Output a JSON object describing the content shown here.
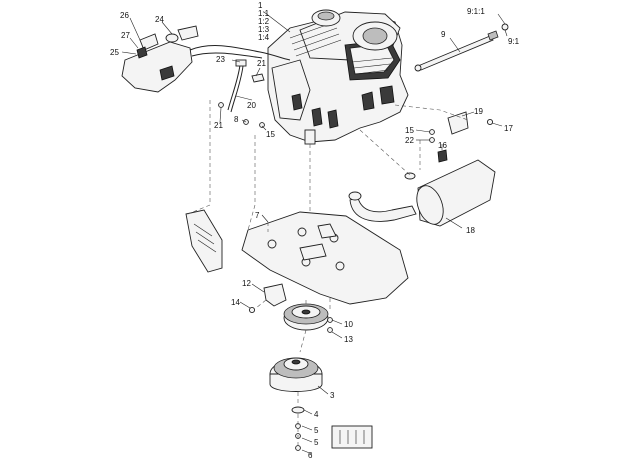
{
  "callouts": {
    "c26": "26",
    "c24": "24",
    "c27": "27",
    "c25": "25",
    "c1": "1",
    "c1_1": "1:1",
    "c1_2": "1:2",
    "c1_3": "1:3",
    "c1_4": "1:4",
    "c9_1_1": "9:1:1",
    "c9": "9",
    "c9_1": "9:1",
    "c23": "23",
    "c21a": "21",
    "c20": "20",
    "c21b": "21",
    "c8": "8",
    "c15a": "15",
    "c19": "19",
    "c17": "17",
    "c15b": "15",
    "c22": "22",
    "c16": "16",
    "c18": "18",
    "c7": "7",
    "c12": "12",
    "c14": "14",
    "c10": "10",
    "c13": "13",
    "c3": "3",
    "c4": "4",
    "c5a": "5",
    "c5b": "5",
    "c6": "6"
  }
}
